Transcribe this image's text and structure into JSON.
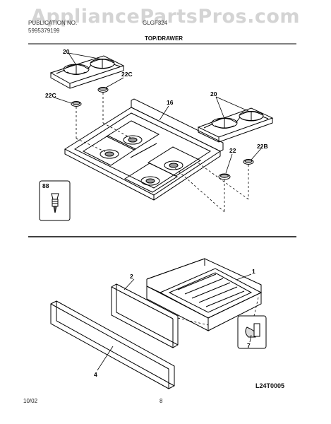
{
  "watermark": "AppliancePartsPros.com",
  "header": {
    "line1_left": "PUBLICATION NO.",
    "line1_right": "GLGF324",
    "line2_left": "5995379199",
    "section_title": "TOP/DRAWER"
  },
  "callouts": {
    "grate_left": "20",
    "cap_22c_right": "22C",
    "cap_22c_left": "22C",
    "cooktop": "16",
    "grate_right": "20",
    "part_22": "22",
    "part_22b": "22B",
    "part_88": "88",
    "drawer": "1",
    "drawer_side": "2",
    "drawer_front": "4",
    "glide": "7"
  },
  "footer": {
    "date": "10/02",
    "page": "8",
    "diagram_code": "L24T0005"
  }
}
